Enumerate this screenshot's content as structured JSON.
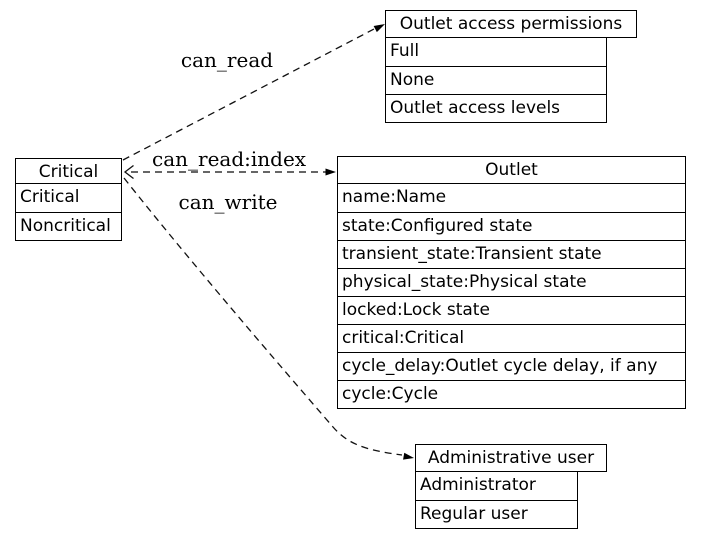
{
  "diagram": {
    "background_color": "#ffffff",
    "line_color": "#000000",
    "text_color": "#000000",
    "nodes": {
      "critical": {
        "title": "Critical",
        "rows": [
          "Critical",
          "Noncritical"
        ]
      },
      "outlet_access_permissions": {
        "title": "Outlet access permissions",
        "rows": [
          "Full",
          "None",
          "Outlet access levels"
        ]
      },
      "outlet": {
        "title": "Outlet",
        "rows": [
          "name:Name",
          "state:Configured state",
          "transient_state:Transient state",
          "physical_state:Physical state",
          "locked:Lock state",
          "critical:Critical",
          "cycle_delay:Outlet cycle delay, if any",
          "cycle:Cycle"
        ]
      },
      "administrative_user": {
        "title": "Administrative user",
        "rows": [
          "Administrator",
          "Regular user"
        ]
      }
    },
    "edges": [
      {
        "label": "can_read",
        "from": "Critical",
        "to": "Outlet access permissions",
        "style": "dashed"
      },
      {
        "label": "can_read:index",
        "from": "Critical",
        "to": "Outlet",
        "style": "dashed",
        "bidirectional_arrowheads": "open-vee at Critical, filled at Outlet"
      },
      {
        "label": "can_write",
        "from": "Critical",
        "to": "Administrative user",
        "style": "dashed"
      }
    ]
  }
}
